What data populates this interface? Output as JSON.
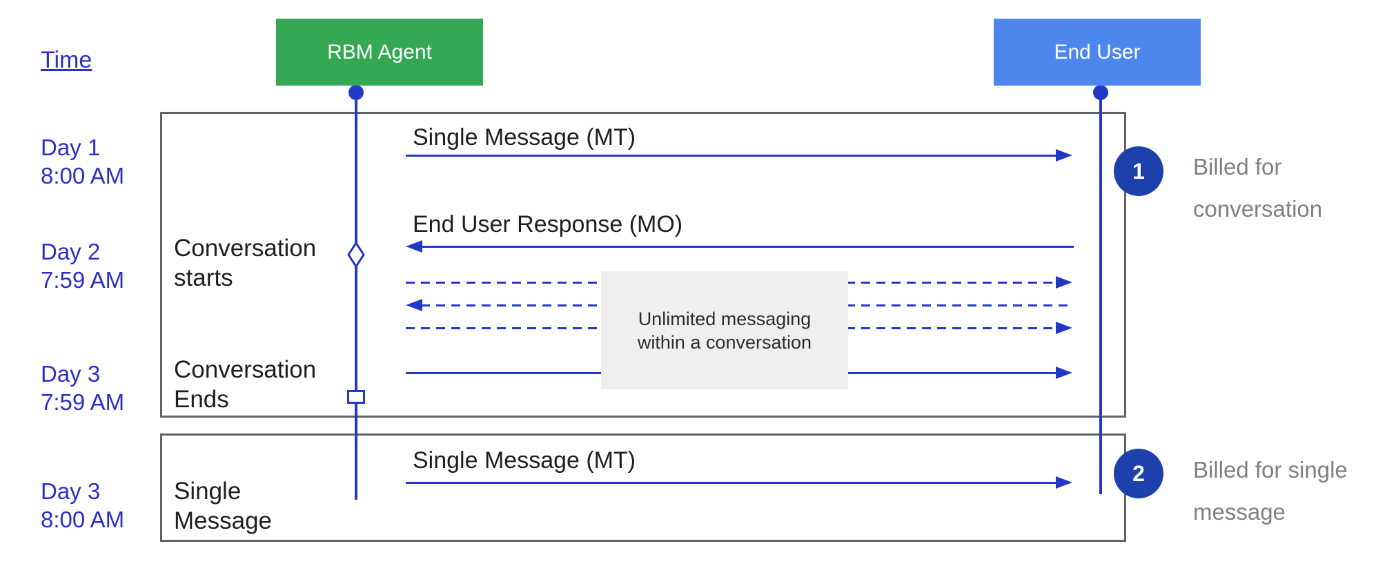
{
  "colors": {
    "agent_green": "#34A853",
    "user_blue": "#4D86EC",
    "line_blue": "#2438C8",
    "text_blue": "#2A2FC7",
    "badge_blue": "#1C41AD",
    "panel_border": "#5F6368",
    "note_bg": "#EFEFEF",
    "note_text": "#2D2D2F",
    "label_black": "#1F1F1F",
    "billed_gray": "#7D8084"
  },
  "time_label": "Time",
  "actors": {
    "agent": {
      "label": "RBM Agent"
    },
    "end_user": {
      "label": "End User"
    }
  },
  "timeline": {
    "day1": {
      "line1": "Day 1",
      "line2": "8:00 AM"
    },
    "day2": {
      "line1": "Day 2",
      "line2": "7:59 AM"
    },
    "day3a": {
      "line1": "Day 3",
      "line2": "7:59 AM"
    },
    "day3b": {
      "line1": "Day 3",
      "line2": "8:00 AM"
    }
  },
  "panel1": {
    "starts": {
      "line1": "Conversation",
      "line2": "starts"
    },
    "ends": {
      "line1": "Conversation",
      "line2": "Ends"
    },
    "mt_label": "Single Message (MT)",
    "mo_label": "End User Response (MO)",
    "note": {
      "line1": "Unlimited messaging",
      "line2": "within a conversation"
    }
  },
  "panel2": {
    "label": {
      "line1": "Single",
      "line2": "Message"
    },
    "mt_label": "Single Message (MT)"
  },
  "annotations": {
    "billing1": {
      "badge": "1",
      "line1": "Billed for",
      "line2": "conversation"
    },
    "billing2": {
      "badge": "2",
      "line1": "Billed for single",
      "line2": "message"
    }
  }
}
